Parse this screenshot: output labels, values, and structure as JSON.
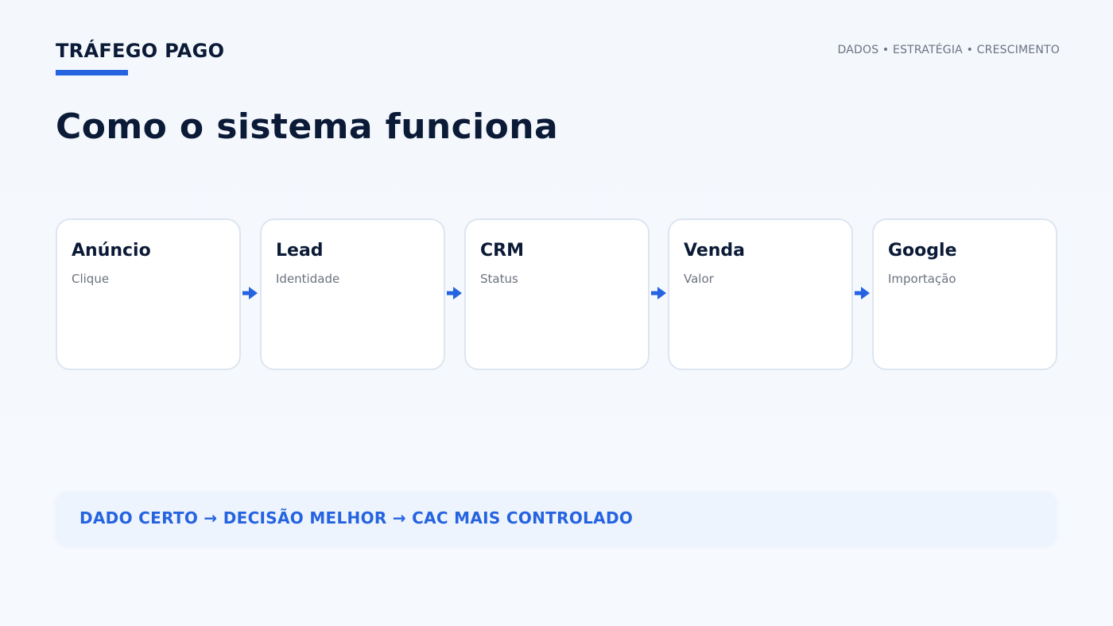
{
  "header": {
    "brand": "TRÁFEGO PAGO",
    "tagline": "DADOS • ESTRATÉGIA • CRESCIMENTO"
  },
  "page_title": "Como o sistema funciona",
  "flow": {
    "steps": [
      {
        "title": "Anúncio",
        "subtitle": "Clique"
      },
      {
        "title": "Lead",
        "subtitle": "Identidade"
      },
      {
        "title": "CRM",
        "subtitle": "Status"
      },
      {
        "title": "Venda",
        "subtitle": "Valor"
      },
      {
        "title": "Google",
        "subtitle": "Importação"
      }
    ]
  },
  "footer": {
    "text": "DADO CERTO → DECISÃO MELHOR → CAC MAIS CONTROLADO"
  },
  "colors": {
    "accent": "#2563e0",
    "text_dark": "#0b1a36",
    "text_muted": "#6b7280",
    "card_border": "#dde5f0"
  }
}
